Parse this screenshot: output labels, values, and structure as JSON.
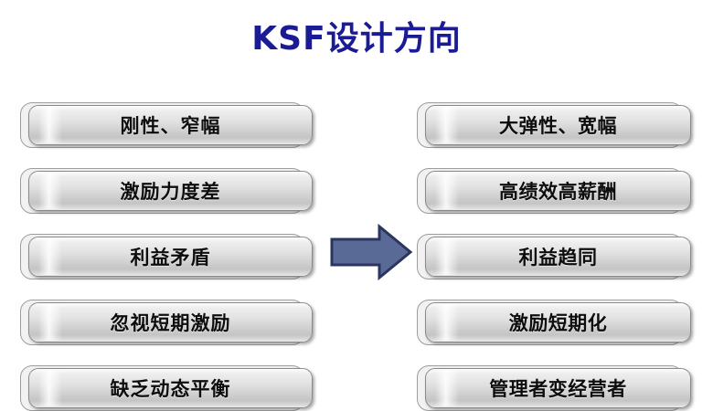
{
  "slide": {
    "title": "KSF设计方向",
    "title_color": "#1b1b95",
    "background_color": "#ffffff"
  },
  "left_column": {
    "name": "current-state",
    "boxes": [
      {
        "label": "刚性、窄幅"
      },
      {
        "label": "激励力度差"
      },
      {
        "label": "利益矛盾"
      },
      {
        "label": "忽视短期激励"
      },
      {
        "label": "缺乏动态平衡"
      }
    ]
  },
  "right_column": {
    "name": "target-state",
    "boxes": [
      {
        "label": "大弹性、宽幅"
      },
      {
        "label": "高绩效高薪酬"
      },
      {
        "label": "利益趋同"
      },
      {
        "label": "激励短期化"
      },
      {
        "label": "管理者变经营者"
      }
    ]
  },
  "arrow": {
    "direction": "right",
    "fill_color": "#5a6a96",
    "stroke_color": "#2a3560"
  }
}
